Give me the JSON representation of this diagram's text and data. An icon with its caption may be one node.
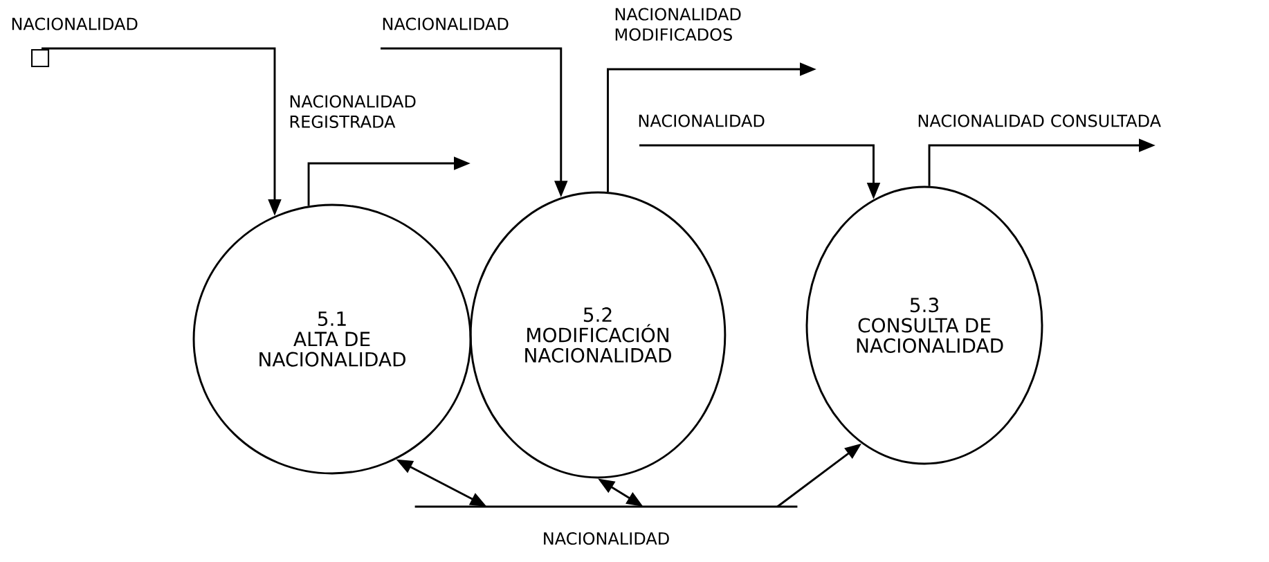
{
  "diagram": {
    "nodes": [
      {
        "text": [
          "5.1",
          "ALTA DE NACIONALIDAD"
        ]
      },
      {
        "text": [
          "5.2",
          "MODIFICACIÓN NACIONALIDAD"
        ]
      },
      {
        "text": [
          "5.3",
          "CONSULTA DE NACIONALIDAD"
        ]
      },
      {
        "text": [
          "NACIONALIDAD"
        ]
      }
    ],
    "edges": [
      {
        "from": null,
        "to": 0,
        "arrow": "to",
        "label": "NACIONALIDAD"
      },
      {
        "from": 0,
        "to": null,
        "arrow": "to",
        "label": "NACIONALIDAD REGISTRADA"
      },
      {
        "from": null,
        "to": 1,
        "arrow": "to",
        "label": "NACIONALIDAD"
      },
      {
        "from": 1,
        "to": null,
        "arrow": "to",
        "label": "NACIONALIDAD MODIFICADOS"
      },
      {
        "from": null,
        "to": 2,
        "arrow": "to",
        "label": "NACIONALIDAD"
      },
      {
        "from": 2,
        "to": null,
        "arrow": "to",
        "label": "NACIONALIDAD CONSULTADA"
      },
      {
        "from": 0,
        "to": 3,
        "arrow": "both"
      },
      {
        "from": 1,
        "to": 3,
        "arrow": "both"
      },
      {
        "from": 3,
        "to": 2,
        "arrow": "to"
      }
    ]
  }
}
